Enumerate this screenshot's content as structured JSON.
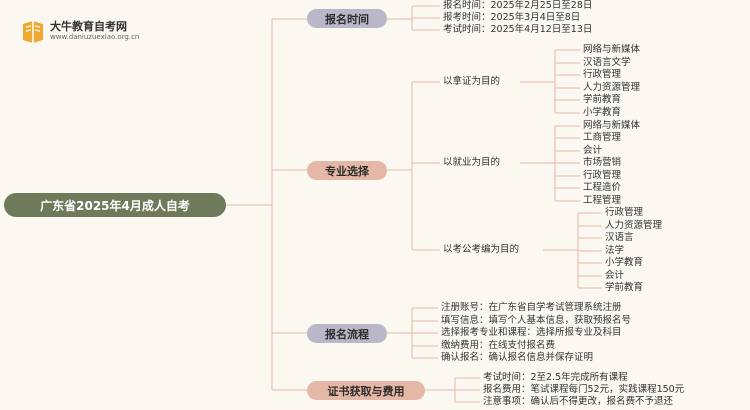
{
  "brand": {
    "name": "大牛教育自考网",
    "url": "www.daniuzuexiao.org.cn"
  },
  "root": "广东省2025年4月成人自考",
  "branches": {
    "time": {
      "label": "报名时间",
      "items": [
        "报名时间：2025年2月25日至28日",
        "报考时间：2025年3月4日至8日",
        "考试时间：2025年4月12日至13日"
      ]
    },
    "major": {
      "label": "专业选择",
      "groups": [
        {
          "label": "以拿证为目的",
          "items": [
            "网络与新媒体",
            "汉语言文学",
            "行政管理",
            "人力资源管理",
            "学前教育",
            "小学教育"
          ]
        },
        {
          "label": "以就业为目的",
          "items": [
            "网络与新媒体",
            "工商管理",
            "会计",
            "市场营销",
            "行政管理",
            "工程造价",
            "工程管理"
          ]
        },
        {
          "label": "以考公考编为目的",
          "items": [
            "行政管理",
            "人力资源管理",
            "汉语言",
            "法学",
            "小学教育",
            "会计",
            "学前教育"
          ]
        }
      ]
    },
    "process": {
      "label": "报名流程",
      "items": [
        "注册账号：在广东省自学考试管理系统注册",
        "填写信息：填写个人基本信息，获取预报名号",
        "选择报考专业和课程：选择所报专业及科目",
        "缴纳费用：在线支付报名费",
        "确认报名：确认报名信息并保存证明"
      ]
    },
    "cert": {
      "label": "证书获取与费用",
      "items": [
        "考试时间：2至2.5年完成所有课程",
        "报名费用：笔试课程每门52元，实践课程150元",
        "注意事项：确认后不得更改，报名费不予退还"
      ]
    }
  },
  "colors": {
    "root": "#6f7a5b",
    "pill_grey": "#b8b8c9",
    "pill_peach": "#e5b7a6",
    "line": "#e6b9a8",
    "background": "#fbf7f1"
  }
}
